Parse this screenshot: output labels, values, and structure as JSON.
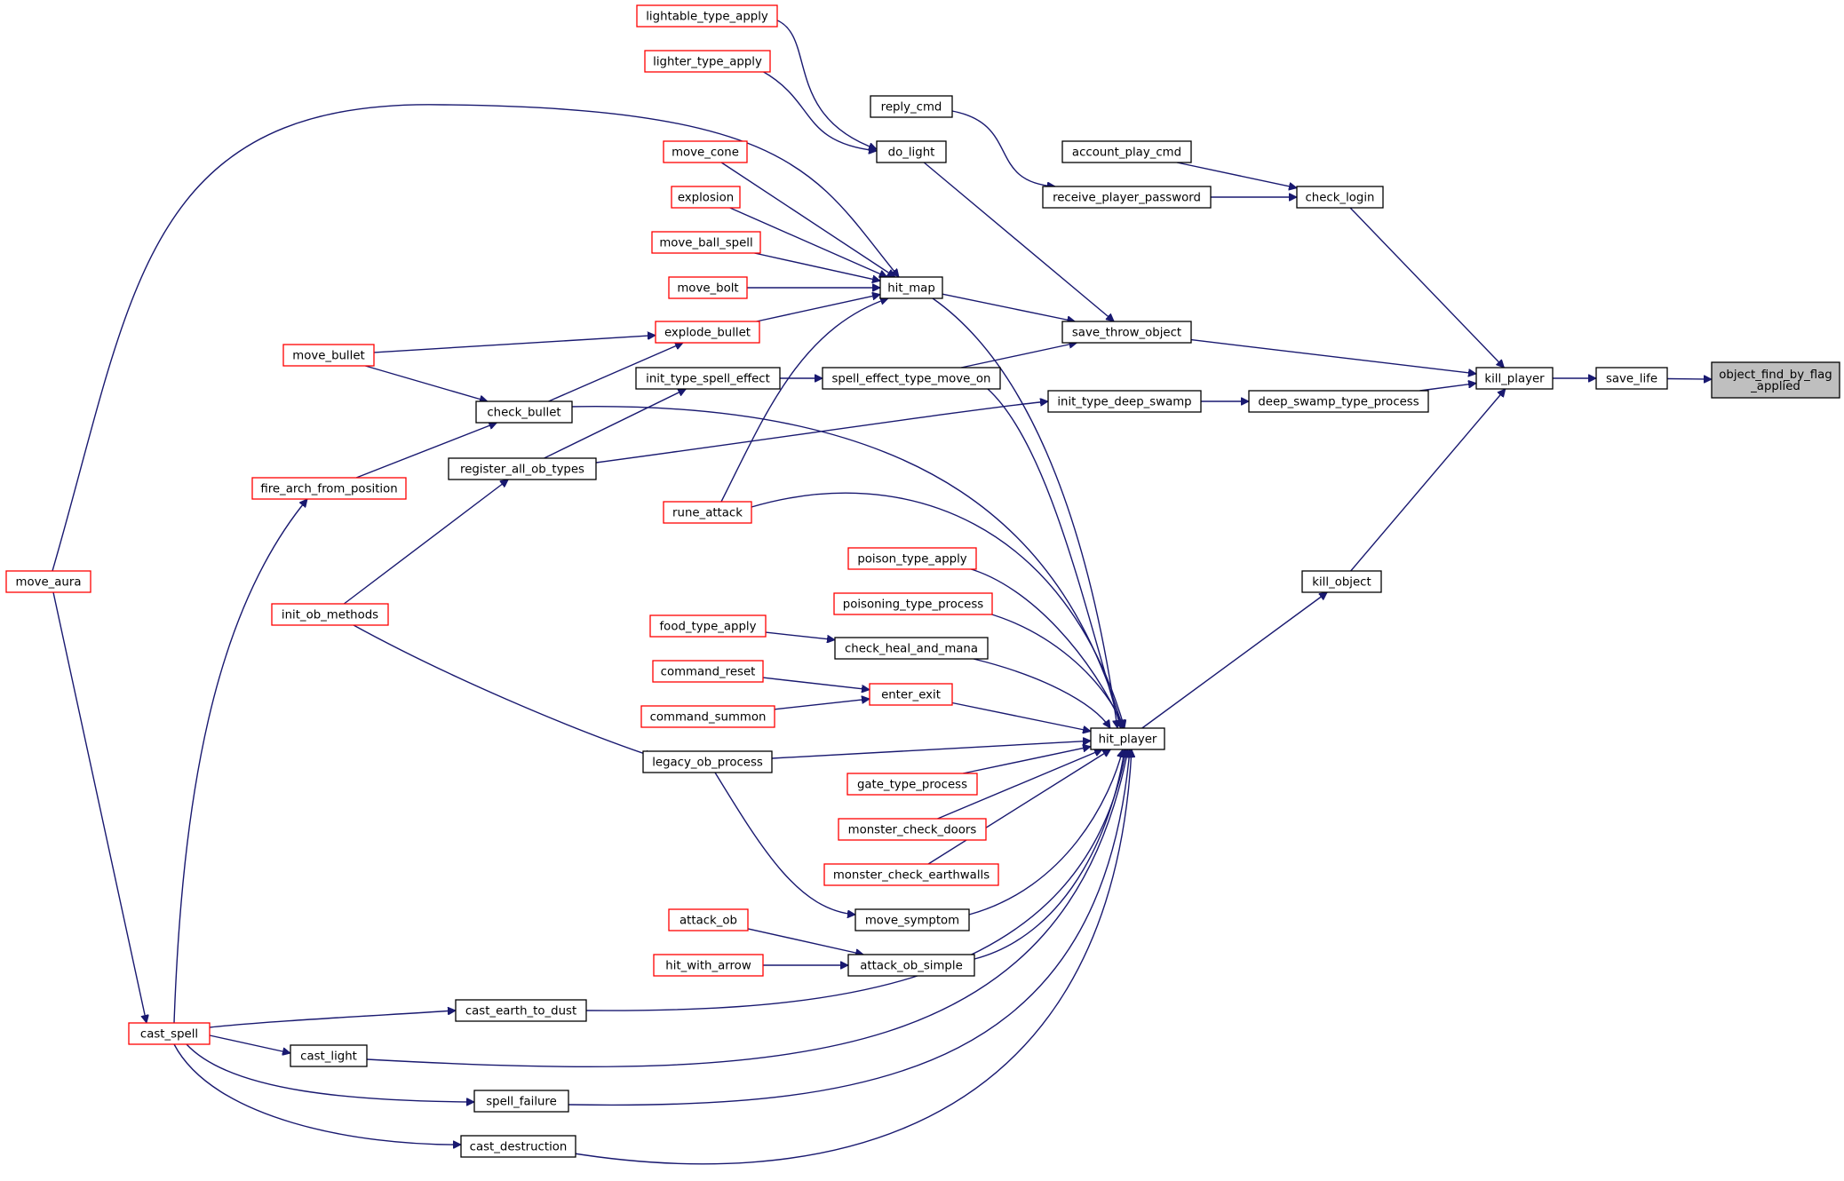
{
  "nodes": [
    {
      "id": "object_find_by_flag_applied",
      "lines": [
        "object_find_by_flag",
        "_applied"
      ],
      "style": "root"
    },
    {
      "id": "save_life",
      "lines": [
        "save_life"
      ],
      "style": "black"
    },
    {
      "id": "kill_player",
      "lines": [
        "kill_player"
      ],
      "style": "black"
    },
    {
      "id": "check_login",
      "lines": [
        "check_login"
      ],
      "style": "black"
    },
    {
      "id": "account_play_cmd",
      "lines": [
        "account_play_cmd"
      ],
      "style": "black"
    },
    {
      "id": "receive_player_password",
      "lines": [
        "receive_player_password"
      ],
      "style": "black"
    },
    {
      "id": "reply_cmd",
      "lines": [
        "reply_cmd"
      ],
      "style": "black"
    },
    {
      "id": "save_throw_object",
      "lines": [
        "save_throw_object"
      ],
      "style": "black"
    },
    {
      "id": "do_light",
      "lines": [
        "do_light"
      ],
      "style": "black"
    },
    {
      "id": "lightable_type_apply",
      "lines": [
        "lightable_type_apply"
      ],
      "style": "red"
    },
    {
      "id": "lighter_type_apply",
      "lines": [
        "lighter_type_apply"
      ],
      "style": "red"
    },
    {
      "id": "hit_map",
      "lines": [
        "hit_map"
      ],
      "style": "black"
    },
    {
      "id": "move_cone",
      "lines": [
        "move_cone"
      ],
      "style": "red"
    },
    {
      "id": "explosion",
      "lines": [
        "explosion"
      ],
      "style": "red"
    },
    {
      "id": "move_ball_spell",
      "lines": [
        "move_ball_spell"
      ],
      "style": "red"
    },
    {
      "id": "move_bolt",
      "lines": [
        "move_bolt"
      ],
      "style": "red"
    },
    {
      "id": "explode_bullet",
      "lines": [
        "explode_bullet"
      ],
      "style": "red"
    },
    {
      "id": "move_bullet",
      "lines": [
        "move_bullet"
      ],
      "style": "red"
    },
    {
      "id": "check_bullet",
      "lines": [
        "check_bullet"
      ],
      "style": "black"
    },
    {
      "id": "fire_arch_from_position",
      "lines": [
        "fire_arch_from_position"
      ],
      "style": "red"
    },
    {
      "id": "init_type_spell_effect",
      "lines": [
        "init_type_spell_effect"
      ],
      "style": "black"
    },
    {
      "id": "spell_effect_type_move_on",
      "lines": [
        "spell_effect_type_move_on"
      ],
      "style": "black"
    },
    {
      "id": "register_all_ob_types",
      "lines": [
        "register_all_ob_types"
      ],
      "style": "black"
    },
    {
      "id": "init_ob_methods",
      "lines": [
        "init_ob_methods"
      ],
      "style": "red"
    },
    {
      "id": "init_type_deep_swamp",
      "lines": [
        "init_type_deep_swamp"
      ],
      "style": "black"
    },
    {
      "id": "deep_swamp_type_process",
      "lines": [
        "deep_swamp_type_process"
      ],
      "style": "black"
    },
    {
      "id": "rune_attack",
      "lines": [
        "rune_attack"
      ],
      "style": "red"
    },
    {
      "id": "move_aura",
      "lines": [
        "move_aura"
      ],
      "style": "red"
    },
    {
      "id": "kill_object",
      "lines": [
        "kill_object"
      ],
      "style": "black"
    },
    {
      "id": "hit_player",
      "lines": [
        "hit_player"
      ],
      "style": "black"
    },
    {
      "id": "poison_type_apply",
      "lines": [
        "poison_type_apply"
      ],
      "style": "red"
    },
    {
      "id": "poisoning_type_process",
      "lines": [
        "poisoning_type_process"
      ],
      "style": "red"
    },
    {
      "id": "food_type_apply",
      "lines": [
        "food_type_apply"
      ],
      "style": "red"
    },
    {
      "id": "check_heal_and_mana",
      "lines": [
        "check_heal_and_mana"
      ],
      "style": "black"
    },
    {
      "id": "command_reset",
      "lines": [
        "command_reset"
      ],
      "style": "red"
    },
    {
      "id": "command_summon",
      "lines": [
        "command_summon"
      ],
      "style": "red"
    },
    {
      "id": "enter_exit",
      "lines": [
        "enter_exit"
      ],
      "style": "red"
    },
    {
      "id": "legacy_ob_process",
      "lines": [
        "legacy_ob_process"
      ],
      "style": "black"
    },
    {
      "id": "gate_type_process",
      "lines": [
        "gate_type_process"
      ],
      "style": "red"
    },
    {
      "id": "monster_check_doors",
      "lines": [
        "monster_check_doors"
      ],
      "style": "red"
    },
    {
      "id": "monster_check_earthwalls",
      "lines": [
        "monster_check_earthwalls"
      ],
      "style": "red"
    },
    {
      "id": "move_symptom",
      "lines": [
        "move_symptom"
      ],
      "style": "black"
    },
    {
      "id": "attack_ob",
      "lines": [
        "attack_ob"
      ],
      "style": "red"
    },
    {
      "id": "hit_with_arrow",
      "lines": [
        "hit_with_arrow"
      ],
      "style": "red"
    },
    {
      "id": "attack_ob_simple",
      "lines": [
        "attack_ob_simple"
      ],
      "style": "black"
    },
    {
      "id": "cast_earth_to_dust",
      "lines": [
        "cast_earth_to_dust"
      ],
      "style": "black"
    },
    {
      "id": "cast_spell",
      "lines": [
        "cast_spell"
      ],
      "style": "red"
    },
    {
      "id": "cast_light",
      "lines": [
        "cast_light"
      ],
      "style": "black"
    },
    {
      "id": "spell_failure",
      "lines": [
        "spell_failure"
      ],
      "style": "black"
    },
    {
      "id": "cast_destruction",
      "lines": [
        "cast_destruction"
      ],
      "style": "black"
    }
  ],
  "edges": [
    {
      "from": "save_life",
      "to": "object_find_by_flag_applied"
    },
    {
      "from": "kill_player",
      "to": "save_life"
    },
    {
      "from": "check_login",
      "to": "kill_player"
    },
    {
      "from": "account_play_cmd",
      "to": "check_login"
    },
    {
      "from": "receive_player_password",
      "to": "check_login"
    },
    {
      "from": "reply_cmd",
      "to": "receive_player_password"
    },
    {
      "from": "save_throw_object",
      "to": "kill_player"
    },
    {
      "from": "do_light",
      "to": "save_throw_object"
    },
    {
      "from": "lightable_type_apply",
      "to": "do_light"
    },
    {
      "from": "lighter_type_apply",
      "to": "do_light"
    },
    {
      "from": "hit_map",
      "to": "save_throw_object"
    },
    {
      "from": "move_cone",
      "to": "hit_map"
    },
    {
      "from": "explosion",
      "to": "hit_map"
    },
    {
      "from": "move_ball_spell",
      "to": "hit_map"
    },
    {
      "from": "move_bolt",
      "to": "hit_map"
    },
    {
      "from": "explode_bullet",
      "to": "hit_map"
    },
    {
      "from": "move_aura",
      "to": "hit_map"
    },
    {
      "from": "rune_attack",
      "to": "hit_map"
    },
    {
      "from": "move_bullet",
      "to": "explode_bullet"
    },
    {
      "from": "check_bullet",
      "to": "explode_bullet"
    },
    {
      "from": "move_bullet",
      "to": "check_bullet"
    },
    {
      "from": "fire_arch_from_position",
      "to": "check_bullet"
    },
    {
      "from": "cast_spell",
      "to": "fire_arch_from_position"
    },
    {
      "from": "spell_effect_type_move_on",
      "to": "save_throw_object"
    },
    {
      "from": "init_type_spell_effect",
      "to": "spell_effect_type_move_on"
    },
    {
      "from": "register_all_ob_types",
      "to": "init_type_spell_effect"
    },
    {
      "from": "init_ob_methods",
      "to": "register_all_ob_types"
    },
    {
      "from": "register_all_ob_types",
      "to": "init_type_deep_swamp"
    },
    {
      "from": "init_type_deep_swamp",
      "to": "deep_swamp_type_process"
    },
    {
      "from": "deep_swamp_type_process",
      "to": "kill_player"
    },
    {
      "from": "kill_object",
      "to": "kill_player"
    },
    {
      "from": "hit_player",
      "to": "kill_object"
    },
    {
      "from": "hit_map",
      "to": "hit_player"
    },
    {
      "from": "spell_effect_type_move_on",
      "to": "hit_player"
    },
    {
      "from": "check_bullet",
      "to": "hit_player"
    },
    {
      "from": "rune_attack",
      "to": "hit_player"
    },
    {
      "from": "poison_type_apply",
      "to": "hit_player"
    },
    {
      "from": "poisoning_type_process",
      "to": "hit_player"
    },
    {
      "from": "check_heal_and_mana",
      "to": "hit_player"
    },
    {
      "from": "food_type_apply",
      "to": "check_heal_and_mana"
    },
    {
      "from": "enter_exit",
      "to": "hit_player"
    },
    {
      "from": "command_reset",
      "to": "enter_exit"
    },
    {
      "from": "command_summon",
      "to": "enter_exit"
    },
    {
      "from": "legacy_ob_process",
      "to": "hit_player"
    },
    {
      "from": "init_ob_methods",
      "to": "legacy_ob_process"
    },
    {
      "from": "gate_type_process",
      "to": "hit_player"
    },
    {
      "from": "monster_check_doors",
      "to": "hit_player"
    },
    {
      "from": "monster_check_earthwalls",
      "to": "hit_player"
    },
    {
      "from": "move_symptom",
      "to": "hit_player"
    },
    {
      "from": "legacy_ob_process",
      "to": "move_symptom"
    },
    {
      "from": "attack_ob_simple",
      "to": "hit_player"
    },
    {
      "from": "attack_ob",
      "to": "attack_ob_simple"
    },
    {
      "from": "hit_with_arrow",
      "to": "attack_ob_simple"
    },
    {
      "from": "cast_earth_to_dust",
      "to": "hit_player"
    },
    {
      "from": "cast_spell",
      "to": "cast_earth_to_dust"
    },
    {
      "from": "cast_light",
      "to": "hit_player"
    },
    {
      "from": "cast_spell",
      "to": "cast_light"
    },
    {
      "from": "spell_failure",
      "to": "hit_player"
    },
    {
      "from": "cast_spell",
      "to": "spell_failure"
    },
    {
      "from": "cast_destruction",
      "to": "hit_player"
    },
    {
      "from": "cast_spell",
      "to": "cast_destruction"
    },
    {
      "from": "move_aura",
      "to": "cast_spell"
    }
  ],
  "colors": {
    "edge": "#191970",
    "node_border": "#000000",
    "node_border_red": "#ff0000",
    "root_fill": "#bfbfbf",
    "background": "#ffffff"
  }
}
